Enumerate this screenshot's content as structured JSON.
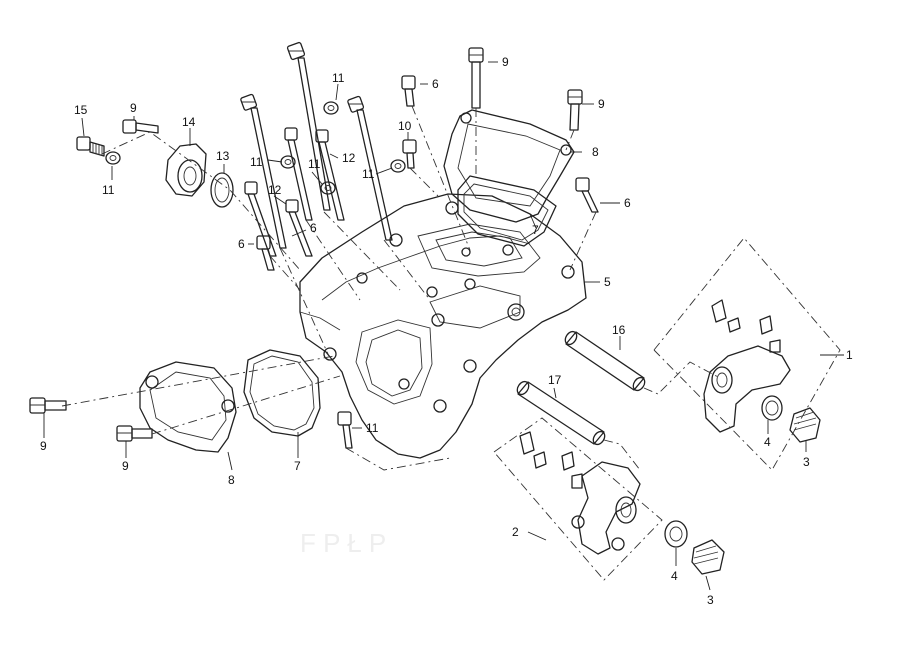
{
  "diagram": {
    "callouts": [
      {
        "key": "c1",
        "text": "1"
      },
      {
        "key": "c2",
        "text": "2"
      },
      {
        "key": "c3a",
        "text": "3"
      },
      {
        "key": "c3b",
        "text": "3"
      },
      {
        "key": "c4a",
        "text": "4"
      },
      {
        "key": "c4b",
        "text": "4"
      },
      {
        "key": "c5",
        "text": "5"
      },
      {
        "key": "c6a",
        "text": "6"
      },
      {
        "key": "c6b",
        "text": "6"
      },
      {
        "key": "c6c",
        "text": "6"
      },
      {
        "key": "c6d",
        "text": "6"
      },
      {
        "key": "c7a",
        "text": "7"
      },
      {
        "key": "c7b",
        "text": "7"
      },
      {
        "key": "c8a",
        "text": "8"
      },
      {
        "key": "c8b",
        "text": "8"
      },
      {
        "key": "c9a",
        "text": "9"
      },
      {
        "key": "c9b",
        "text": "9"
      },
      {
        "key": "c9c",
        "text": "9"
      },
      {
        "key": "c9d",
        "text": "9"
      },
      {
        "key": "c9e",
        "text": "9"
      },
      {
        "key": "c10",
        "text": "10"
      },
      {
        "key": "c11a",
        "text": "11"
      },
      {
        "key": "c11b",
        "text": "11"
      },
      {
        "key": "c11c",
        "text": "11"
      },
      {
        "key": "c11d",
        "text": "11"
      },
      {
        "key": "c11e",
        "text": "11"
      },
      {
        "key": "c11f",
        "text": "11"
      },
      {
        "key": "c12a",
        "text": "12"
      },
      {
        "key": "c12b",
        "text": "12"
      },
      {
        "key": "c13",
        "text": "13"
      },
      {
        "key": "c14",
        "text": "14"
      },
      {
        "key": "c15",
        "text": "15"
      },
      {
        "key": "c16",
        "text": "16"
      },
      {
        "key": "c17",
        "text": "17"
      }
    ],
    "line_color": "#222222",
    "background": "#ffffff"
  }
}
